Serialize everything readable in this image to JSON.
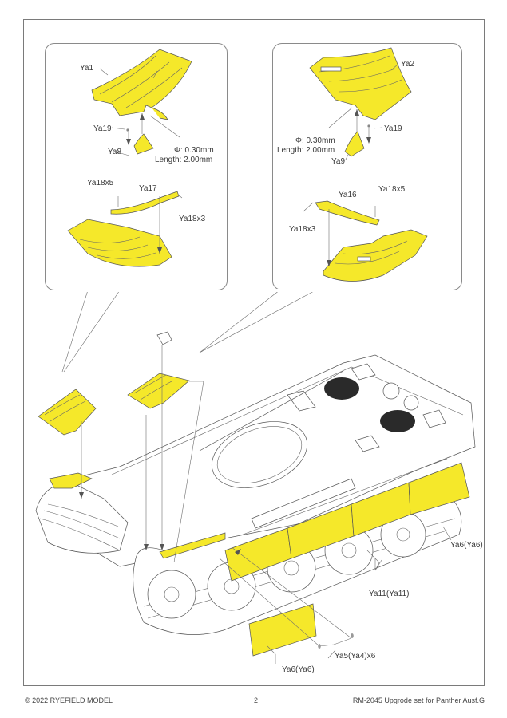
{
  "document": {
    "page_number": "2",
    "footer_left": "© 2022 RYEFIELD MODEL",
    "footer_right": "RM-2045 Upgrode set for Panther Ausf.G",
    "part_color": "#f5e82a"
  },
  "callout_left": {
    "labels": {
      "fender": "Ya1",
      "pin": "Ya19",
      "bracket": "Ya8",
      "wire_diameter": "Φ: 0.30mm",
      "wire_length": "Length: 2.00mm",
      "rivets_a": "Ya18x5",
      "strip": "Ya17",
      "rivets_b": "Ya18x3"
    }
  },
  "callout_right": {
    "labels": {
      "fender": "Ya2",
      "pin": "Ya19",
      "bracket": "Ya9",
      "wire_diameter": "Φ: 0.30mm",
      "wire_length": "Length: 2.00mm",
      "rivets_a": "Ya18x5",
      "strip": "Ya16",
      "rivets_b": "Ya18x3"
    }
  },
  "main_view": {
    "labels": {
      "side_skirt_rear": "Ya6(Ya6)",
      "side_skirts_mid": "Ya11(Ya11)",
      "side_skirt_front": "Ya6(Ya6)",
      "skirt_bolts": "Ya5(Ya4)x6"
    }
  }
}
